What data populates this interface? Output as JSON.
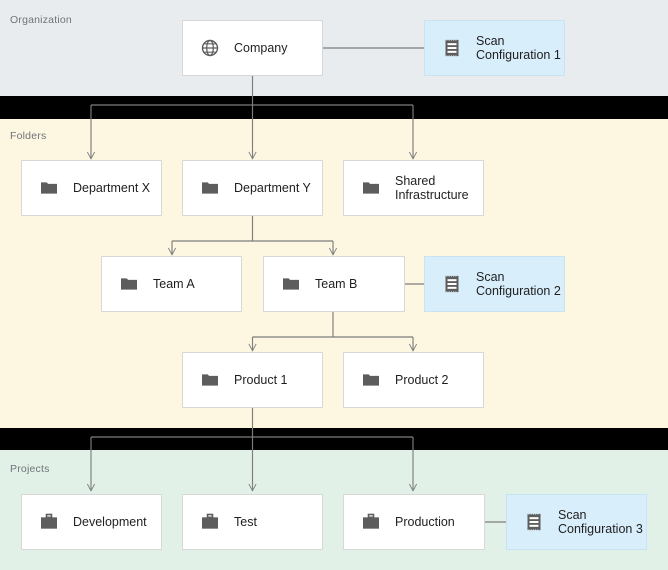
{
  "diagram": {
    "title": "Organization / Folders / Projects hierarchy",
    "colors": {
      "band_organization": "#e8ecee",
      "band_folders": "#fdf6e0",
      "band_projects": "#e2f1e8",
      "separator": "#000000",
      "node_fill": "#ffffff",
      "node_border": "#d8d8d8",
      "scan_fill": "#d9eefb",
      "scan_border": "#c8e3f3",
      "connector": "#7d7d7d",
      "icon": "#5d5d5d",
      "band_label_text": "#6f7479",
      "node_label_text": "#1f1f1f"
    },
    "bands": [
      {
        "key": "organization",
        "label": "Organization"
      },
      {
        "key": "folders",
        "label": "Folders"
      },
      {
        "key": "projects",
        "label": "Projects"
      }
    ],
    "nodes": [
      {
        "key": "company",
        "label": "Company",
        "icon": "globe-icon",
        "kind": "entity",
        "band": "organization"
      },
      {
        "key": "scan1",
        "label": "Scan\nConfiguration 1",
        "icon": "receipt-icon",
        "kind": "scan",
        "band": "organization"
      },
      {
        "key": "deptx",
        "label": "Department X",
        "icon": "folder-icon",
        "kind": "entity",
        "band": "folders"
      },
      {
        "key": "depty",
        "label": "Department Y",
        "icon": "folder-icon",
        "kind": "entity",
        "band": "folders"
      },
      {
        "key": "shared",
        "label": "Shared\nInfrastructure",
        "icon": "folder-icon",
        "kind": "entity",
        "band": "folders"
      },
      {
        "key": "teama",
        "label": "Team A",
        "icon": "folder-icon",
        "kind": "entity",
        "band": "folders"
      },
      {
        "key": "teamb",
        "label": "Team B",
        "icon": "folder-icon",
        "kind": "entity",
        "band": "folders"
      },
      {
        "key": "scan2",
        "label": "Scan\nConfiguration 2",
        "icon": "receipt-icon",
        "kind": "scan",
        "band": "folders"
      },
      {
        "key": "product1",
        "label": "Product 1",
        "icon": "folder-icon",
        "kind": "entity",
        "band": "folders"
      },
      {
        "key": "product2",
        "label": "Product 2",
        "icon": "folder-icon",
        "kind": "entity",
        "band": "folders"
      },
      {
        "key": "dev",
        "label": "Development",
        "icon": "briefcase-icon",
        "kind": "entity",
        "band": "projects"
      },
      {
        "key": "test",
        "label": "Test",
        "icon": "briefcase-icon",
        "kind": "entity",
        "band": "projects"
      },
      {
        "key": "prod",
        "label": "Production",
        "icon": "briefcase-icon",
        "kind": "entity",
        "band": "projects"
      },
      {
        "key": "scan3",
        "label": "Scan\nConfiguration 3",
        "icon": "receipt-icon",
        "kind": "scan",
        "band": "projects"
      }
    ],
    "edges": [
      {
        "from": "company",
        "to": "scan1",
        "style": "plain"
      },
      {
        "from": "company",
        "to": "deptx",
        "style": "arrow"
      },
      {
        "from": "company",
        "to": "depty",
        "style": "arrow"
      },
      {
        "from": "company",
        "to": "shared",
        "style": "arrow"
      },
      {
        "from": "depty",
        "to": "teama",
        "style": "arrow"
      },
      {
        "from": "depty",
        "to": "teamb",
        "style": "arrow"
      },
      {
        "from": "teamb",
        "to": "scan2",
        "style": "plain"
      },
      {
        "from": "teamb",
        "to": "product1",
        "style": "arrow"
      },
      {
        "from": "teamb",
        "to": "product2",
        "style": "arrow"
      },
      {
        "from": "product1",
        "to": "dev",
        "style": "arrow"
      },
      {
        "from": "product1",
        "to": "test",
        "style": "arrow"
      },
      {
        "from": "product1",
        "to": "prod",
        "style": "arrow"
      },
      {
        "from": "prod",
        "to": "scan3",
        "style": "plain"
      }
    ]
  }
}
